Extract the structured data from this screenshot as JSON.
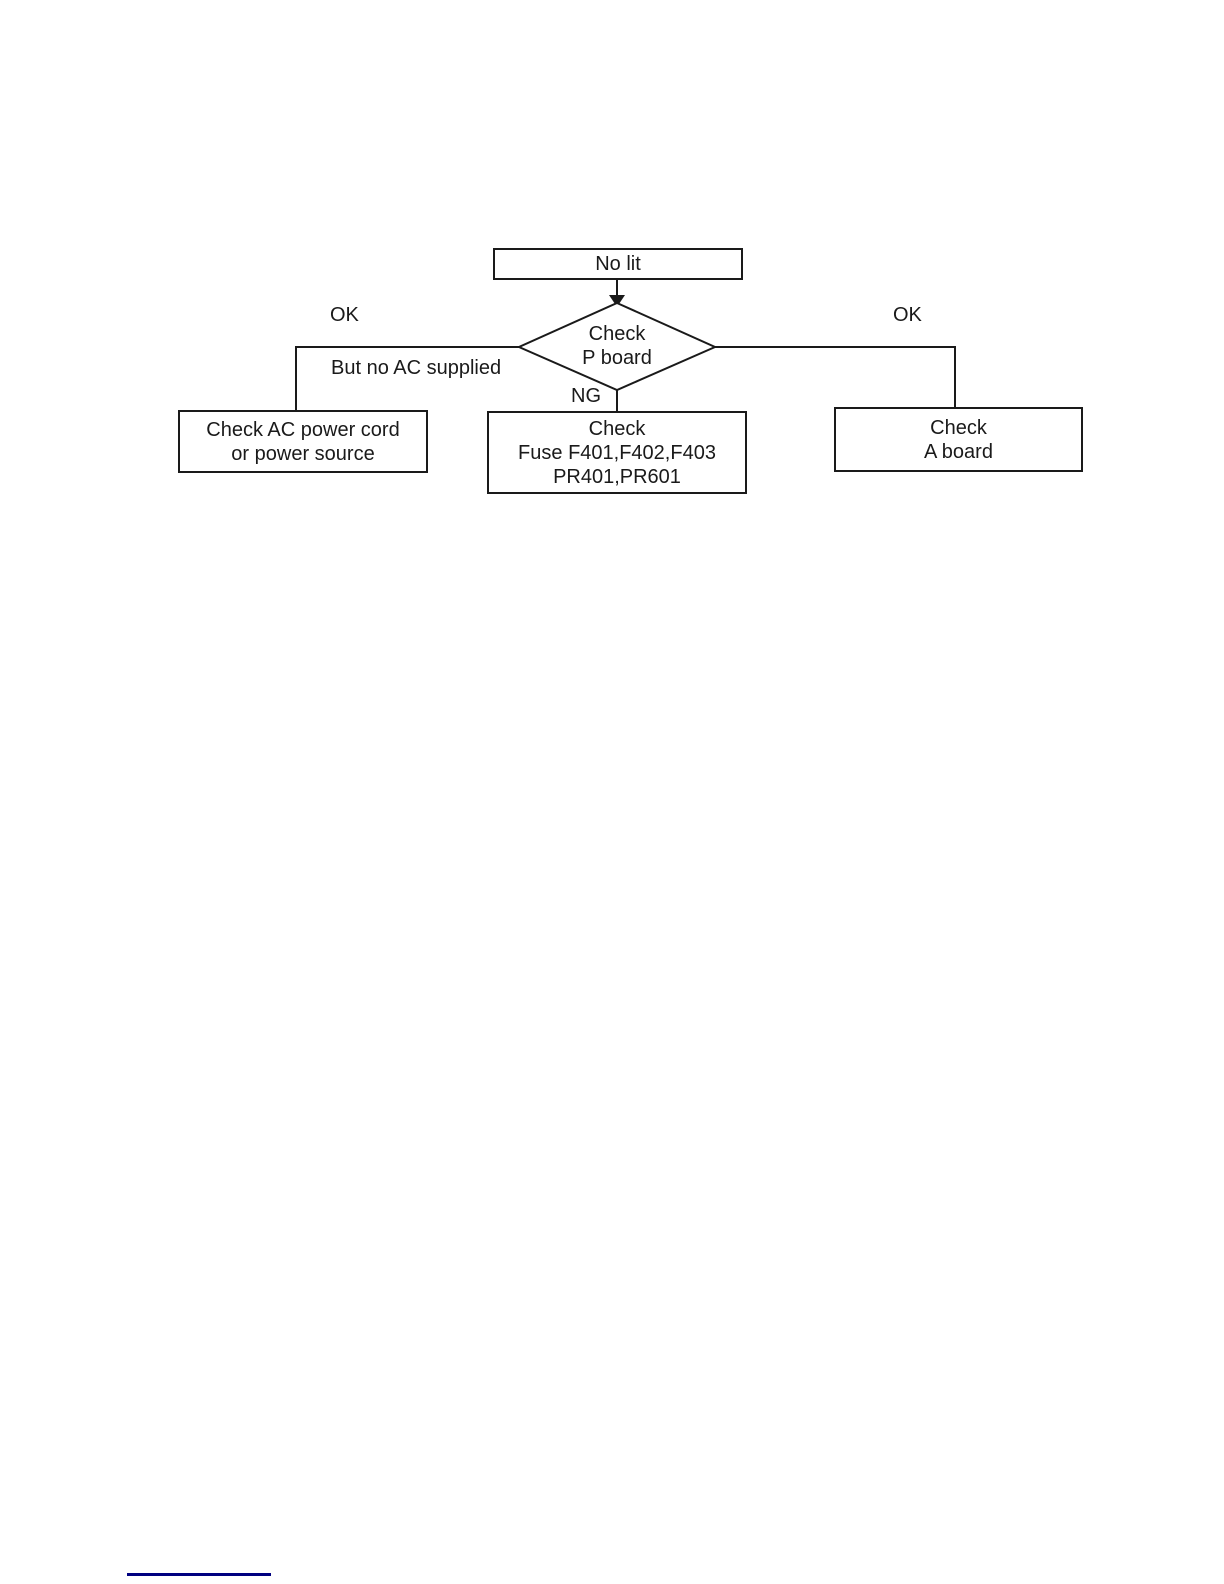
{
  "flowchart": {
    "start_label": "No lit",
    "decision": {
      "lines": [
        "Check",
        "P board"
      ]
    },
    "edge_labels": {
      "left_ok": "OK",
      "left_note": "But no AC supplied",
      "ng": "NG",
      "right_ok": "OK"
    },
    "results": {
      "left": {
        "lines": [
          "Check AC power cord",
          "or power source"
        ]
      },
      "middle": {
        "lines": [
          "Check",
          "Fuse F401,F402,F403",
          "PR401,PR601"
        ]
      },
      "right": {
        "lines": [
          "Check",
          "A board"
        ]
      }
    }
  },
  "colors": {
    "line": "#1a1a1a",
    "text": "#1a1a1a",
    "background": "#ffffff",
    "footer_rule": "#000080"
  }
}
